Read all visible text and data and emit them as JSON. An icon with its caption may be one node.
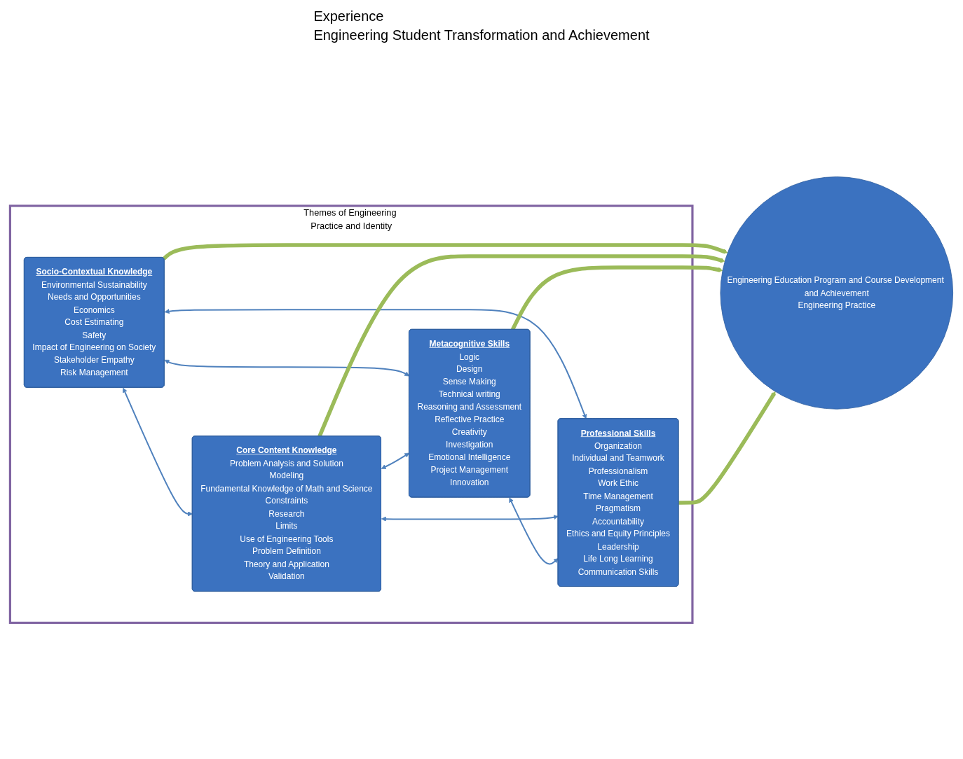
{
  "diagram": {
    "nodes": [
      {
        "text": [
          "Themes of Engineering Practice and Identity"
        ]
      },
      {
        "text": [
          "Socio-Contextual Knowledge",
          "Environmental Sustainability",
          "Needs and Opportunities",
          "Economics",
          "Cost Estimating",
          "Safety",
          "Impact of Engineering on Society",
          "Stakeholder Empathy",
          "Risk Management"
        ],
        "in": 0
      },
      {
        "text": [
          "Core Content Knowledge",
          "Problem Analysis and Solution",
          "Modeling",
          "Fundamental Knowledge of Math and Science",
          "Constraints",
          "Research",
          "Limits",
          "Use of Engineering Tools",
          "Problem Definition",
          "Theory and Application",
          "Validation"
        ],
        "in": 0
      },
      {
        "text": [
          "Metacognitive Skills",
          "Logic",
          "Design",
          "Sense Making",
          "Technical writing",
          "Reasoning and Assessment",
          "Reflective Practice",
          "Creativity",
          "Investigation",
          "Emotional Intelligence",
          "Project Management",
          "Innovation"
        ],
        "in": 0
      },
      {
        "text": [
          "Professional Skills",
          "Organization",
          "Individual and Teamwork",
          "Professionalism",
          "Work Ethic",
          "Time Management",
          "Pragmatism",
          "Accountability",
          "Ethics and Equity Principles",
          "Leadership",
          "Life Long Learning",
          "Communication Skills"
        ],
        "in": 0
      },
      {
        "text": [
          "Engineering Education Program and Course Development and Achievement",
          "Engineering Practice"
        ]
      }
    ],
    "edges": [
      {
        "from": 1,
        "to": 2,
        "arrow": "both"
      },
      {
        "from": 1,
        "to": 3,
        "arrow": "both"
      },
      {
        "from": 1,
        "to": 4,
        "arrow": "both"
      },
      {
        "from": 2,
        "to": 3,
        "arrow": "both"
      },
      {
        "from": 2,
        "to": 4,
        "arrow": "both"
      },
      {
        "from": 3,
        "to": 4,
        "arrow": "both"
      },
      {
        "from": 1,
        "to": 5,
        "arrow": "to",
        "style": "thick",
        "color": "#9bbb59"
      },
      {
        "from": 2,
        "to": 5,
        "arrow": "to",
        "style": "thick",
        "color": "#9bbb59"
      },
      {
        "from": 3,
        "to": 5,
        "arrow": "to",
        "style": "thick",
        "color": "#9bbb59"
      },
      {
        "from": 4,
        "to": 5,
        "arrow": "to",
        "style": "thick",
        "color": "#9bbb59"
      }
    ],
    "labels": [
      "Experience",
      "Engineering Student Transformation and Achievement"
    ]
  }
}
